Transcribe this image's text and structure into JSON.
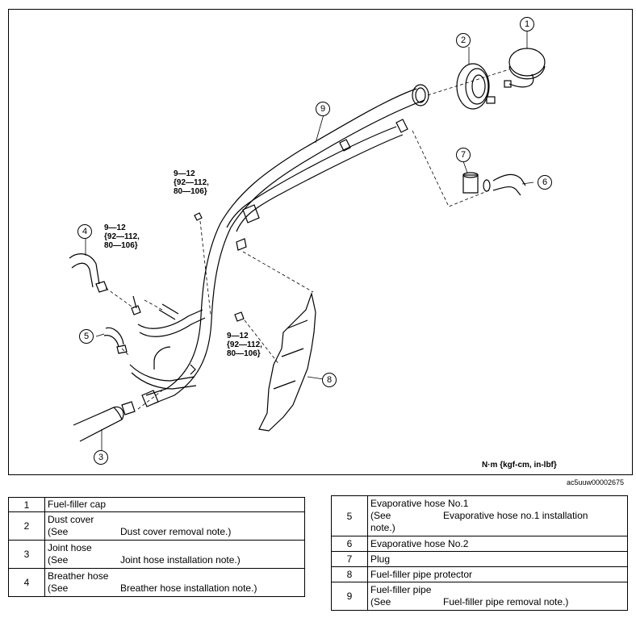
{
  "diagram": {
    "unit_label": "N·m {kgf-cm, in-lbf}",
    "image_code": "ac5uuw00002675",
    "callouts": [
      "1",
      "2",
      "3",
      "4",
      "5",
      "6",
      "7",
      "8",
      "9"
    ],
    "torque_1": [
      "9—12",
      "{92—112,",
      "80—106}"
    ],
    "torque_2": [
      "9—12",
      "{92—112,",
      "80—106}"
    ],
    "torque_3": [
      "9—12",
      "{92—112,",
      "80—106}"
    ]
  },
  "table_left": [
    {
      "num": "1",
      "name": "Fuel-filler cap"
    },
    {
      "num": "2",
      "name": "Dust cover",
      "see_prefix": "(See",
      "see_ref": "Dust cover removal note.)"
    },
    {
      "num": "3",
      "name": "Joint hose",
      "see_prefix": "(See",
      "see_ref": "Joint hose installation note.)"
    },
    {
      "num": "4",
      "name": "Breather hose",
      "see_prefix": "(See",
      "see_ref": "Breather hose installation note.)"
    }
  ],
  "table_right": [
    {
      "num": "5",
      "name": "Evaporative hose No.1",
      "see_prefix": "(See",
      "see_ref": "Evaporative hose no.1 installation",
      "see_cont": "note.)"
    },
    {
      "num": "6",
      "name": "Evaporative hose No.2"
    },
    {
      "num": "7",
      "name": "Plug"
    },
    {
      "num": "8",
      "name": "Fuel-filler pipe protector"
    },
    {
      "num": "9",
      "name": "Fuel-filler pipe",
      "see_prefix": "(See",
      "see_ref": "Fuel-filler pipe removal note.)"
    }
  ]
}
